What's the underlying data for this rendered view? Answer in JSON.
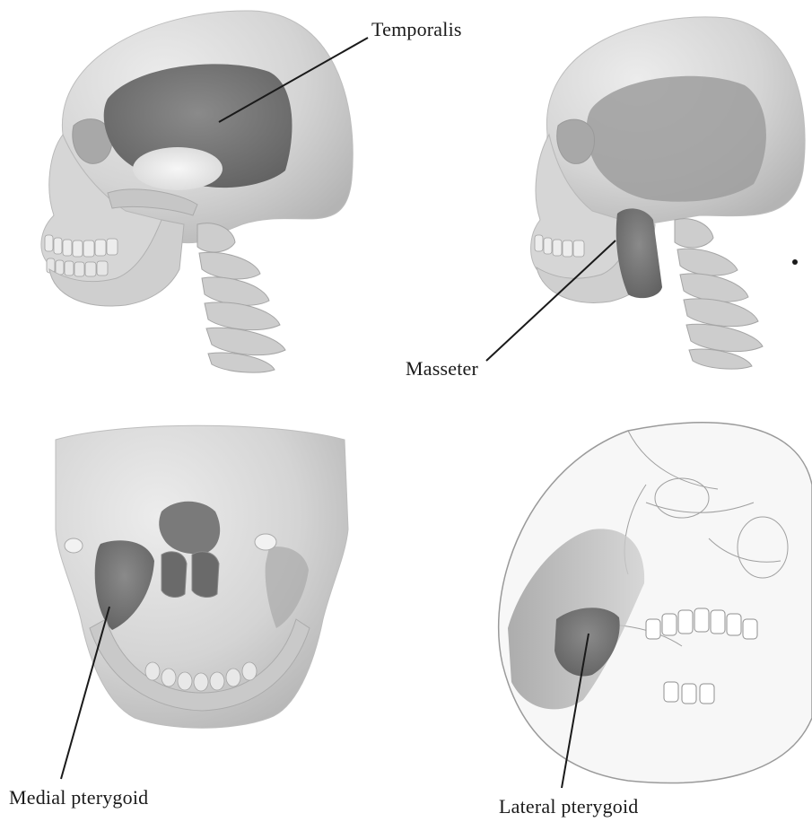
{
  "labels": {
    "temporalis": "Temporalis",
    "masseter": "Masseter",
    "medial_pterygoid": "Medial pterygoid",
    "lateral_pterygoid": "Lateral pterygoid"
  },
  "colors": {
    "bone": "#d9d9d9",
    "bone_shadow": "#b3b3b3",
    "muscle": "#7a7a7a",
    "muscle_dark": "#5c5c5c",
    "tendon": "#efefef",
    "line": "#1a1a1a"
  }
}
